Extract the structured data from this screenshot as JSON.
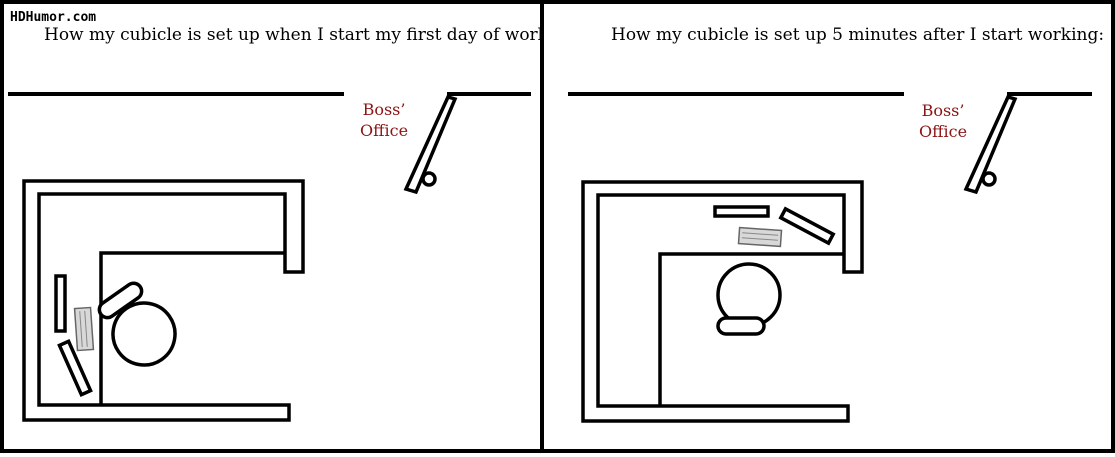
{
  "watermark": "HDHumor.com",
  "panels": [
    {
      "caption": "How my cubicle is set up when I start my first day of work:",
      "office_label_line1": "Boss’",
      "office_label_line2": "Office"
    },
    {
      "caption": "How my cubicle is set up 5 minutes after I start working:",
      "office_label_line1": "Boss’",
      "office_label_line2": "Office"
    }
  ],
  "colors": {
    "ink": "#000000",
    "office_label": "#8b1414",
    "keyboard": "#d8d8d8"
  }
}
